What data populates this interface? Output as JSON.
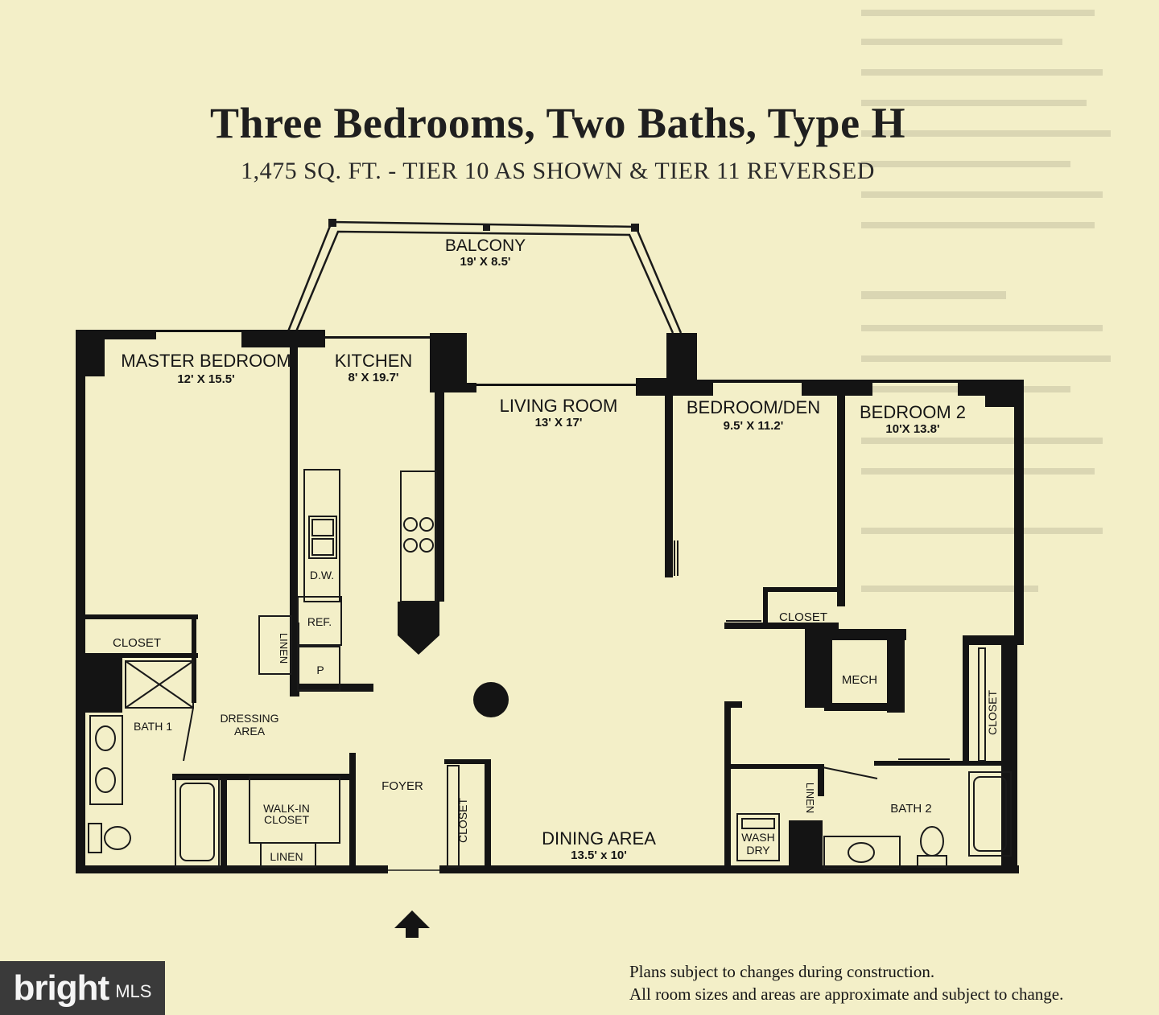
{
  "heading": {
    "title": "Three Bedrooms, Two Baths, Type H",
    "subtitle": "1,475 SQ. FT. - TIER 10 AS SHOWN & TIER 11 REVERSED"
  },
  "rooms": {
    "balcony": {
      "name": "BALCONY",
      "size": "19' X 8.5'"
    },
    "master": {
      "name": "MASTER BEDROOM",
      "size": "12' X 15.5'"
    },
    "kitchen": {
      "name": "KITCHEN",
      "size": "8' X 19.7'"
    },
    "living": {
      "name": "LIVING ROOM",
      "size": "13' X 17'"
    },
    "den": {
      "name": "BEDROOM/DEN",
      "size": "9.5' X 11.2'"
    },
    "bedroom2": {
      "name": "BEDROOM 2",
      "size": "10'X 13.8'"
    },
    "dining": {
      "name": "DINING AREA",
      "size": "13.5' x 10'"
    }
  },
  "fixtures": {
    "dw": "D.W.",
    "ref": "REF.",
    "p": "P",
    "linen": "LINEN",
    "closet": "CLOSET",
    "mech": "MECH",
    "bath1": "BATH 1",
    "bath2": "BATH 2",
    "dressing1": "DRESSING",
    "dressing2": "AREA",
    "walkin1": "WALK-IN",
    "walkin2": "CLOSET",
    "foyer": "FOYER",
    "wash": "WASH",
    "dry": "DRY"
  },
  "notes": {
    "line1": "Plans subject to changes during construction.",
    "line2": "All room sizes and areas are approximate and subject to change."
  },
  "logo": {
    "brand": "bright",
    "suffix": "MLS"
  }
}
